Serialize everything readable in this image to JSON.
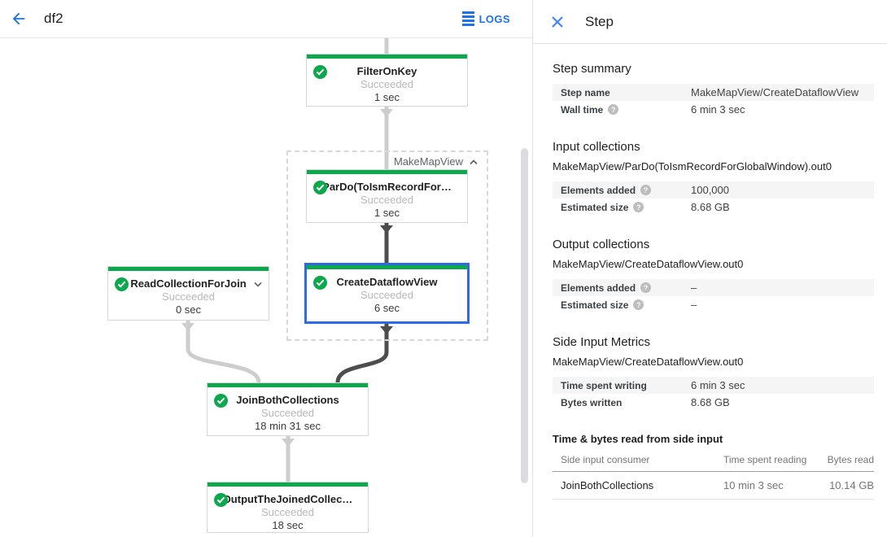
{
  "header": {
    "job_title": "df2",
    "logs_label": "LOGS"
  },
  "panel": {
    "title": "Step",
    "step_summary": {
      "heading": "Step summary",
      "rows": [
        {
          "label": "Step name",
          "value": "MakeMapView/CreateDataflowView"
        },
        {
          "label": "Wall time",
          "value": "6 min 3 sec"
        }
      ]
    },
    "input_collections": {
      "heading": "Input collections",
      "collection": "MakeMapView/ParDo(ToIsmRecordForGlobalWindow).out0",
      "rows": [
        {
          "label": "Elements added",
          "value": "100,000"
        },
        {
          "label": "Estimated size",
          "value": "8.68 GB"
        }
      ]
    },
    "output_collections": {
      "heading": "Output collections",
      "collection": "MakeMapView/CreateDataflowView.out0",
      "rows": [
        {
          "label": "Elements added",
          "value": "–"
        },
        {
          "label": "Estimated size",
          "value": "–"
        }
      ]
    },
    "side_input_metrics": {
      "heading": "Side Input Metrics",
      "collection": "MakeMapView/CreateDataflowView.out0",
      "rows": [
        {
          "label": "Time spent writing",
          "value": "6 min 3 sec"
        },
        {
          "label": "Bytes written",
          "value": "8.68 GB"
        }
      ]
    },
    "side_input_table": {
      "heading": "Time & bytes read from side input",
      "columns": [
        "Side input consumer",
        "Time spent reading",
        "Bytes read"
      ],
      "rows": [
        {
          "consumer": "JoinBothCollections",
          "time": "10 min 3 sec",
          "bytes": "10.14 GB"
        }
      ]
    }
  },
  "graph": {
    "group_label": "MakeMapView",
    "nodes": [
      {
        "title": "FilterOnKey",
        "status": "Succeeded",
        "time": "1 sec"
      },
      {
        "title": "ParDo(ToIsmRecordFor…",
        "status": "Succeeded",
        "time": "1 sec"
      },
      {
        "title": "ReadCollectionForJoin",
        "status": "Succeeded",
        "time": "0 sec"
      },
      {
        "title": "CreateDataflowView",
        "status": "Succeeded",
        "time": "6 sec"
      },
      {
        "title": "JoinBothCollections",
        "status": "Succeeded",
        "time": "18 min 31 sec"
      },
      {
        "title": "OutputTheJoinedCollec…",
        "status": "Succeeded",
        "time": "18 sec"
      }
    ]
  },
  "colors": {
    "success_green": "#0da84d",
    "selection_blue": "#2b6be4",
    "accent_blue": "#1a73e8",
    "edge_light": "#cdcdcd",
    "edge_dark": "#4d4d4d"
  }
}
